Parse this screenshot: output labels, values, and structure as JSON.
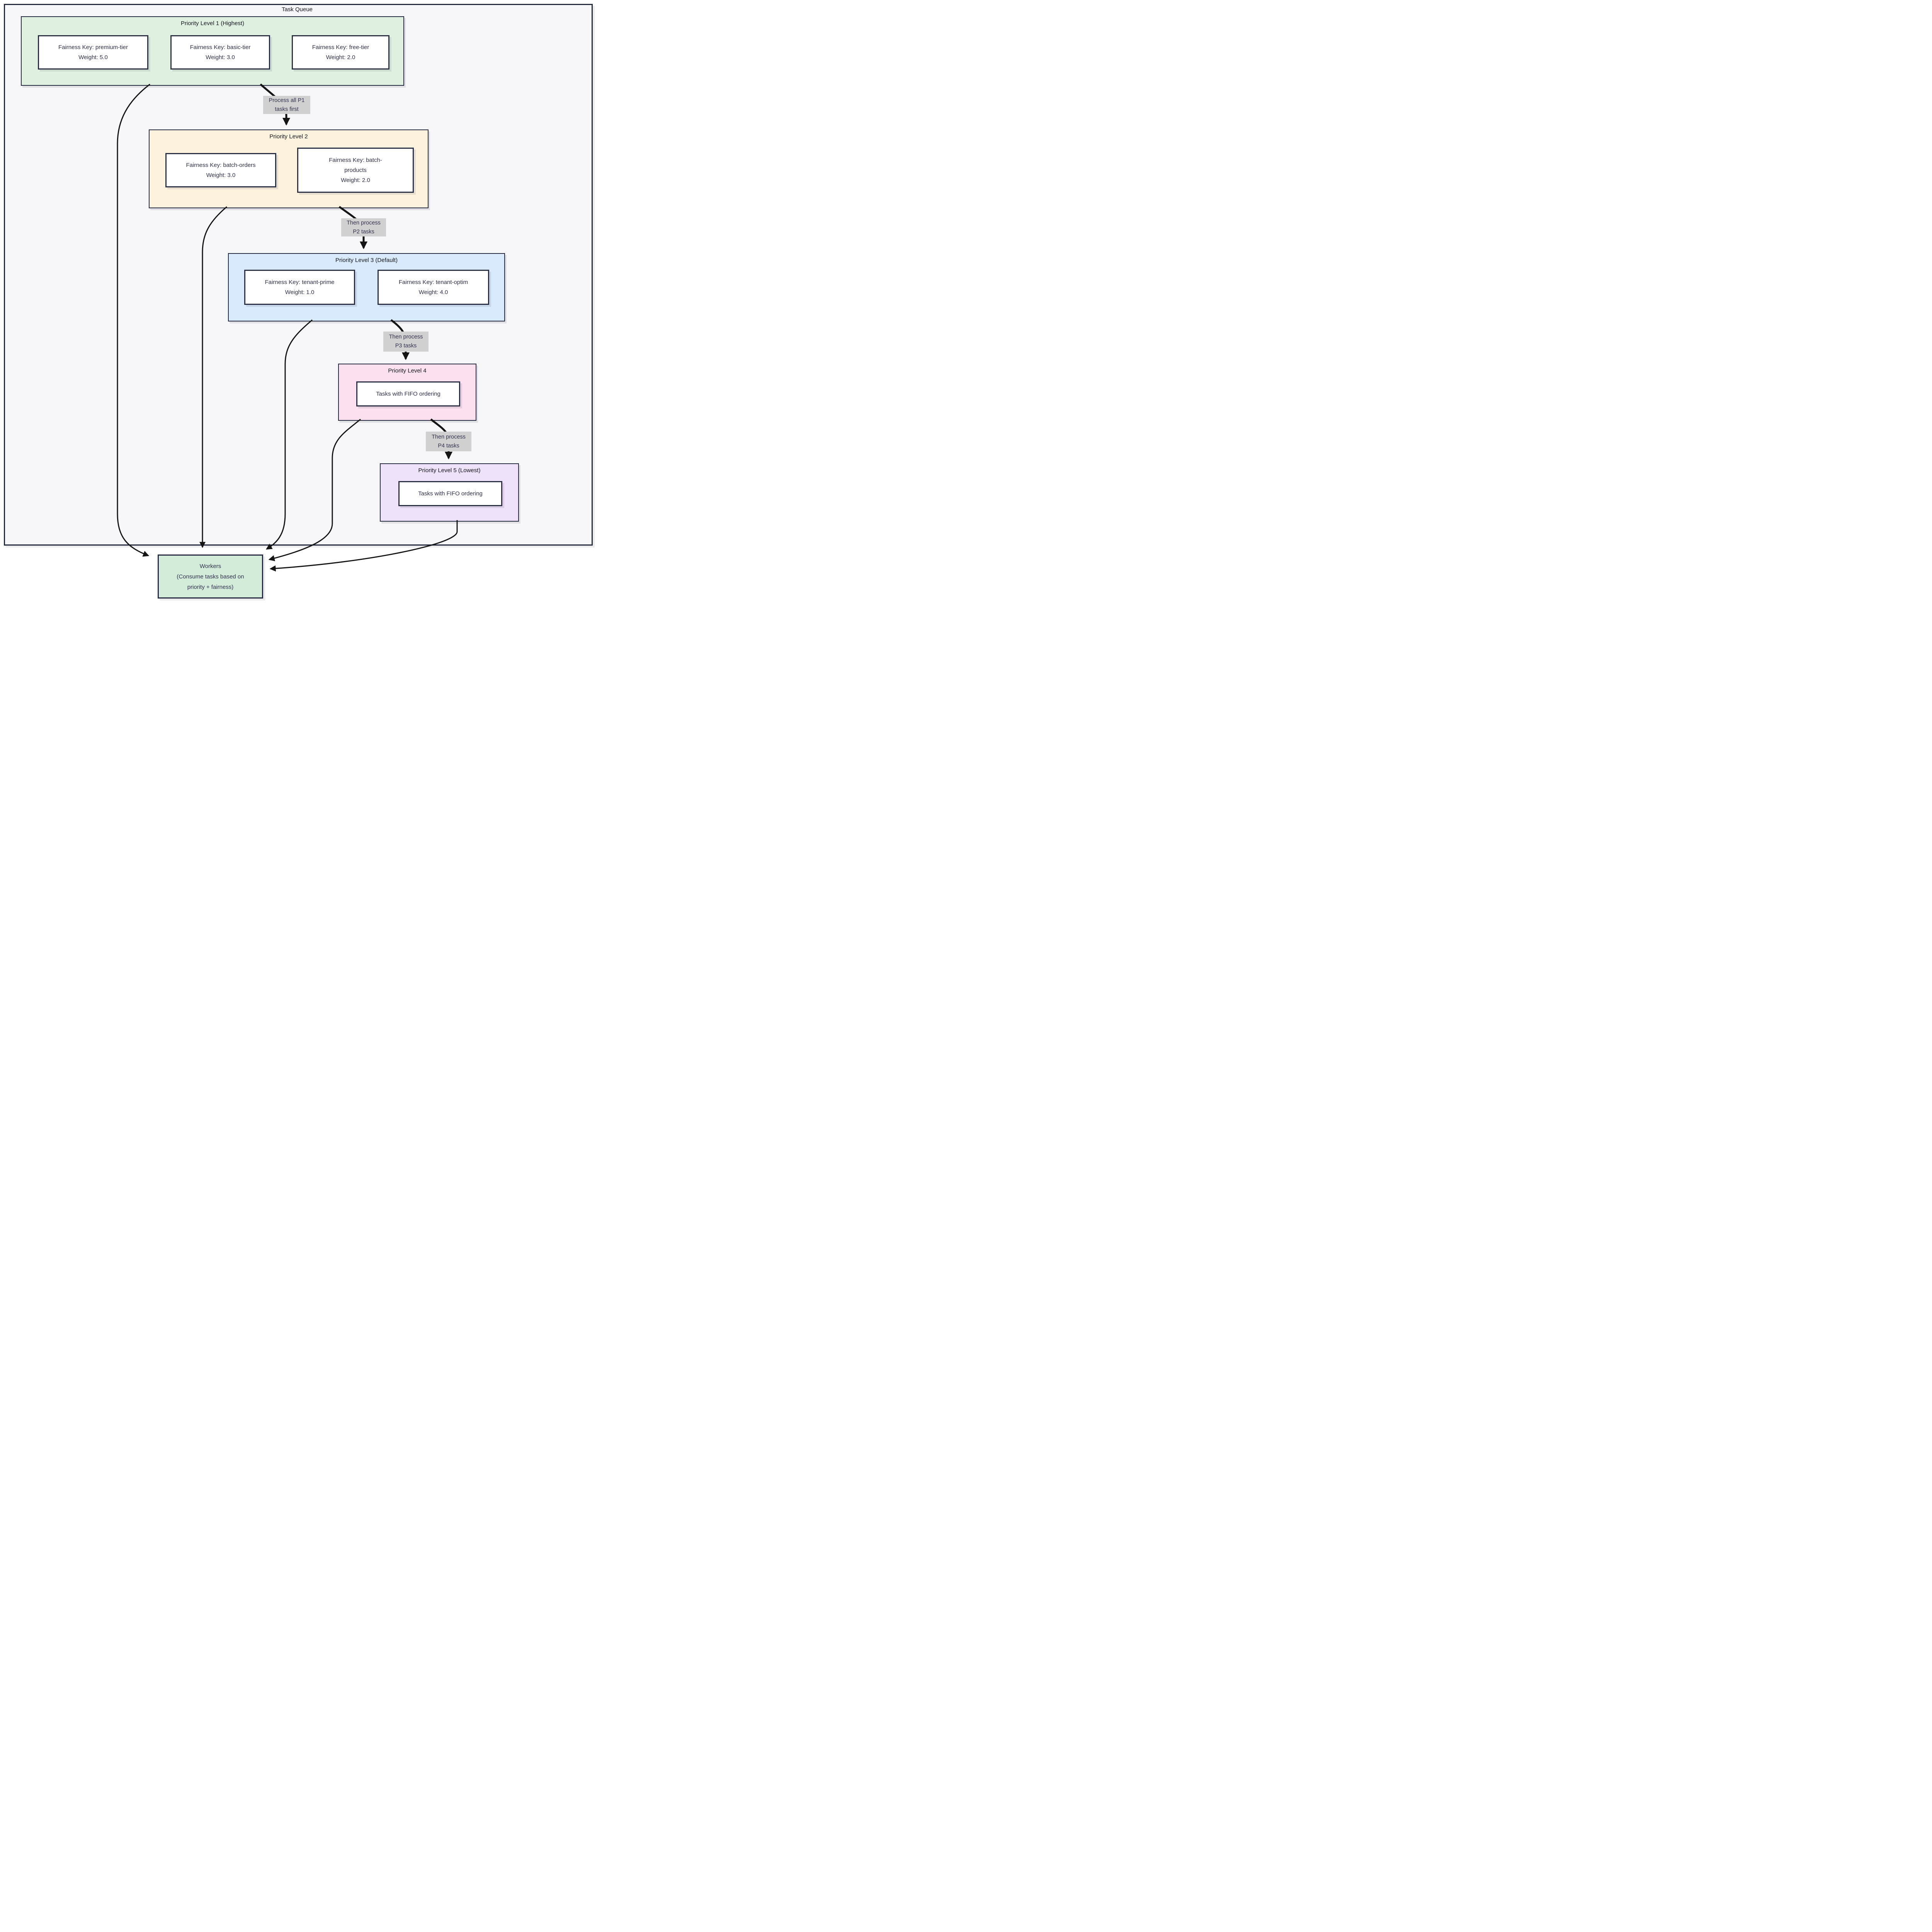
{
  "diagram": {
    "container_title": "Task Queue",
    "levels": [
      {
        "title": "Priority Level 1 (Highest)",
        "nodes": [
          {
            "key": "Fairness Key: premium-tier",
            "weight": "Weight: 5.0"
          },
          {
            "key": "Fairness Key: basic-tier",
            "weight": "Weight: 3.0"
          },
          {
            "key": "Fairness Key: free-tier",
            "weight": "Weight: 2.0"
          }
        ]
      },
      {
        "title": "Priority Level 2",
        "nodes": [
          {
            "key": "Fairness Key: batch-orders",
            "weight": "Weight: 3.0"
          },
          {
            "key": "Fairness Key: batch-products",
            "weight": "Weight: 2.0"
          }
        ]
      },
      {
        "title": "Priority Level 3 (Default)",
        "nodes": [
          {
            "key": "Fairness Key: tenant-prime",
            "weight": "Weight: 1.0"
          },
          {
            "key": "Fairness Key: tenant-optim",
            "weight": "Weight: 4.0"
          }
        ]
      },
      {
        "title": "Priority Level 4",
        "nodes": [
          {
            "label": "Tasks with FIFO ordering"
          }
        ]
      },
      {
        "title": "Priority Level 5 (Lowest)",
        "nodes": [
          {
            "label": "Tasks with FIFO ordering"
          }
        ]
      }
    ],
    "edge_labels": [
      {
        "line1": "Process all P1",
        "line2": "tasks first"
      },
      {
        "line1": "Then process",
        "line2": "P2 tasks"
      },
      {
        "line1": "Then process",
        "line2": "P3 tasks"
      },
      {
        "line1": "Then process",
        "line2": "P4 tasks"
      }
    ],
    "workers": {
      "line1": "Workers",
      "line2": "(Consume tasks based on",
      "line3": "priority + fairness)"
    },
    "colors": {
      "border": "#272b3f",
      "level1_fill": "#dff0e0",
      "level2_fill": "#fdf2dd",
      "level3_fill": "#d8eafc",
      "level4_fill": "#fce0ef",
      "level5_fill": "#eee1fa",
      "workers_fill": "#d3ecd9",
      "edge_label_bg": "#d0d0d0",
      "container_fill": "#f7f7f9",
      "edge_stroke": "#141414"
    }
  }
}
